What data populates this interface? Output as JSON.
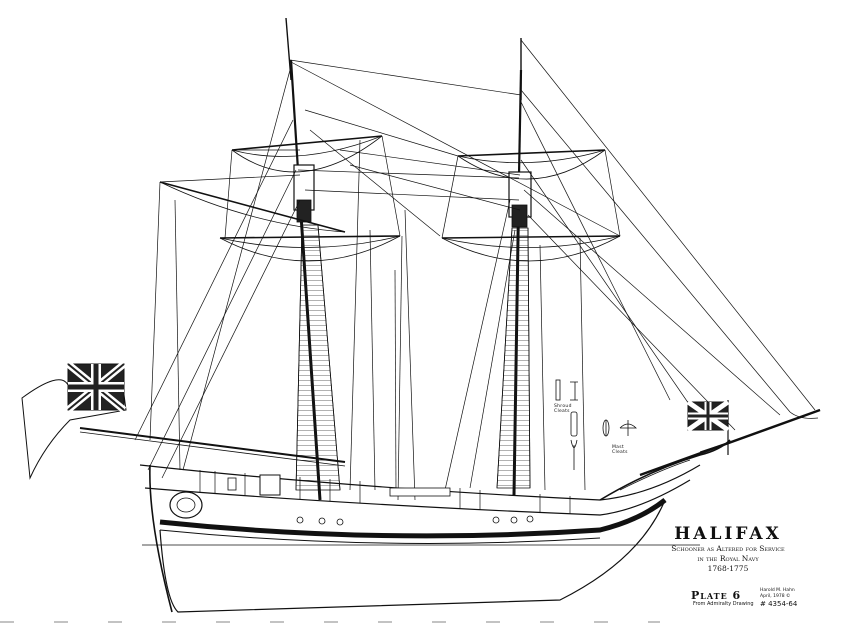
{
  "plan": {
    "ship_name": "HALIFAX",
    "description_lines": [
      "Schooner as Altered for Service",
      "in the Royal Navy",
      "1768-1775"
    ],
    "plate": "Plate 6",
    "source": "From Admiralty Drawing",
    "author": "Harold M. Hahn",
    "date": "April, 1978 ©",
    "drawing_number": "# 4354-64",
    "detail_labels": {
      "shroud_cleats": [
        "Shroud",
        "Cleats"
      ],
      "mast_cleats": [
        "Mast",
        "Cleats"
      ]
    }
  },
  "icons": {
    "ship": "schooner-elevation-drawing",
    "ensign": "union-flag",
    "jack": "union-jack"
  },
  "colors": {
    "ink": "#111111",
    "paper": "#ffffff"
  }
}
